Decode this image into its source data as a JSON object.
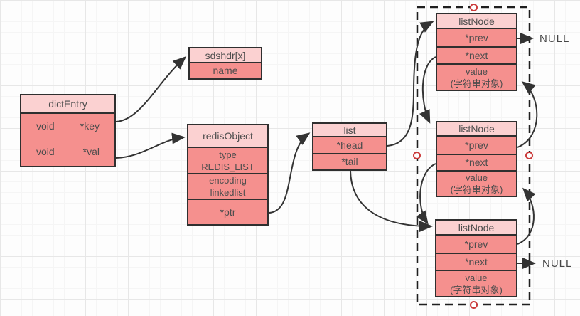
{
  "colors": {
    "box_header_fill": "#fbd1d1",
    "box_body_fill": "#f5908e",
    "box_border": "#2f2f2f",
    "text": "#4d4d4d",
    "arrow": "#333333",
    "selection_outline": "#1f1f1f",
    "handle_ring": "#cb3b3b"
  },
  "boxes": {
    "dict_entry": {
      "title": "dictEntry",
      "rows": [
        {
          "left": "void",
          "right": "*key"
        },
        {
          "left": "void",
          "right": "*val"
        }
      ]
    },
    "sdshdr": {
      "title": "sdshdr[x]",
      "fields": [
        "name"
      ]
    },
    "redis_object": {
      "title": "redisObject",
      "fields": [
        "type\nREDIS_LIST",
        "encoding\nlinkedlist",
        "*ptr"
      ]
    },
    "list": {
      "title": "list",
      "fields": [
        "*head",
        "*tail"
      ]
    },
    "list_node_1": {
      "title": "listNode",
      "fields": [
        "*prev",
        "*next",
        "value\n(字符串对象)"
      ]
    },
    "list_node_2": {
      "title": "listNode",
      "fields": [
        "*prev",
        "*next",
        "value\n(字符串对象)"
      ]
    },
    "list_node_3": {
      "title": "listNode",
      "fields": [
        "*prev",
        "*next",
        "value\n(字符串对象)"
      ]
    }
  },
  "labels": {
    "null_top": "NULL",
    "null_bottom": "NULL"
  }
}
